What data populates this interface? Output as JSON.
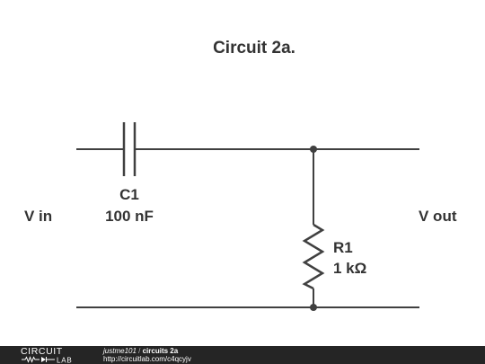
{
  "title": "Circuit 2a.",
  "input_label": "V in",
  "output_label": "V out",
  "components": {
    "capacitor": {
      "name": "C1",
      "value": "100 nF"
    },
    "resistor": {
      "name": "R1",
      "value": "1 kΩ"
    }
  },
  "footer": {
    "logo_text": "CIRCUITLAB",
    "author": "justme101",
    "separator": " / ",
    "project": "circuits 2a",
    "url": "http://circuitlab.com/c4qcyjv"
  },
  "colors": {
    "wire": "#404040",
    "text": "#333333",
    "footer_bg": "#252525"
  }
}
